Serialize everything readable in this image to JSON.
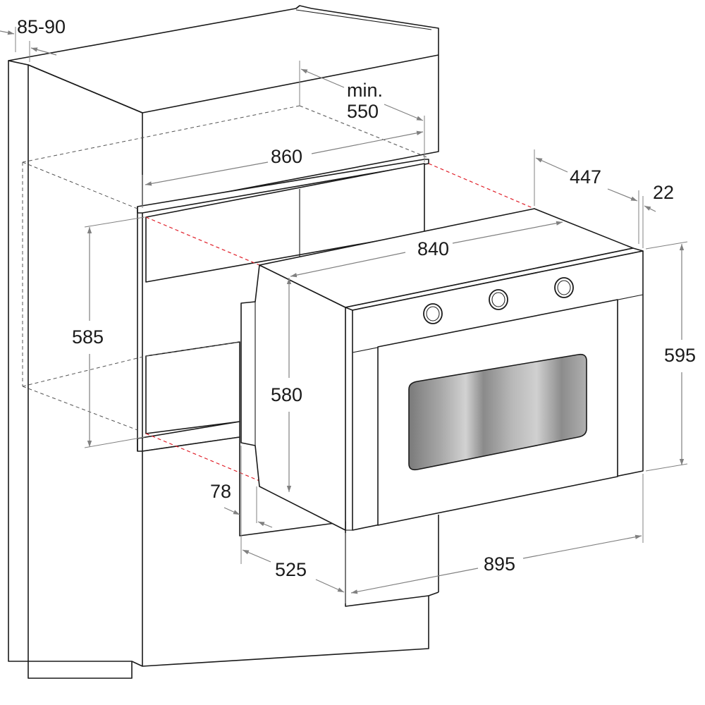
{
  "colors": {
    "line": "#1a1a1a",
    "dimension": "#808080",
    "hidden_edge": "#555555",
    "alignment": "#e0202a",
    "glass_dark": "#6a6a6a",
    "glass_light": "#c4c4c4"
  },
  "dimensions": {
    "recess_depth_range": "85-90",
    "min_depth_label": "min.",
    "min_depth_value": "550",
    "niche_width": "860",
    "oven_width": "840",
    "oven_depth": "447",
    "panel_thickness": "22",
    "niche_height": "585",
    "oven_height": "580",
    "front_height": "595",
    "offset": "78",
    "body_depth": "525",
    "front_width": "895"
  }
}
